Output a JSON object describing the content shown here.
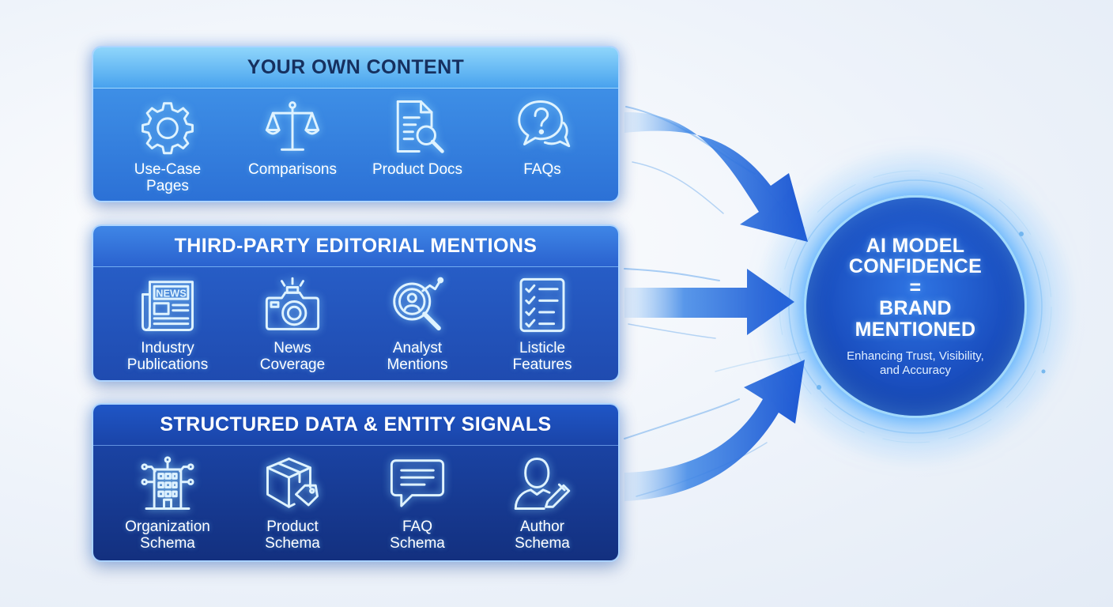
{
  "groups": [
    {
      "title": "YOUR OWN CONTENT",
      "items": [
        {
          "label": "Use-Case\nPages",
          "icon": "gear-icon"
        },
        {
          "label": "Comparisons",
          "icon": "scales-icon"
        },
        {
          "label": "Product Docs",
          "icon": "document-search-icon"
        },
        {
          "label": "FAQs",
          "icon": "question-bubble-icon"
        }
      ]
    },
    {
      "title": "THIRD-PARTY EDITORIAL MENTIONS",
      "items": [
        {
          "label": "Industry\nPublications",
          "icon": "newspaper-icon",
          "icon_text": "NEWS"
        },
        {
          "label": "News\nCoverage",
          "icon": "camera-icon"
        },
        {
          "label": "Analyst\nMentions",
          "icon": "analyst-search-icon"
        },
        {
          "label": "Listicle\nFeatures",
          "icon": "checklist-icon"
        }
      ]
    },
    {
      "title": "STRUCTURED DATA & ENTITY SIGNALS",
      "items": [
        {
          "label": "Organization\nSchema",
          "icon": "building-network-icon"
        },
        {
          "label": "Product\nSchema",
          "icon": "box-tag-icon"
        },
        {
          "label": "FAQ\nSchema",
          "icon": "chat-bubble-icon"
        },
        {
          "label": "Author\nSchema",
          "icon": "person-pen-icon"
        }
      ]
    }
  ],
  "hub": {
    "title": "AI MODEL\nCONFIDENCE\n=\nBRAND\nMENTIONED",
    "subtitle": "Enhancing Trust, Visibility,\nand Accuracy"
  },
  "colors": {
    "background": "#eef3fa",
    "accent_light": "#8fd6fb",
    "accent": "#2c71d6",
    "accent_dark": "#13307f",
    "glow": "#9fe0ff"
  }
}
